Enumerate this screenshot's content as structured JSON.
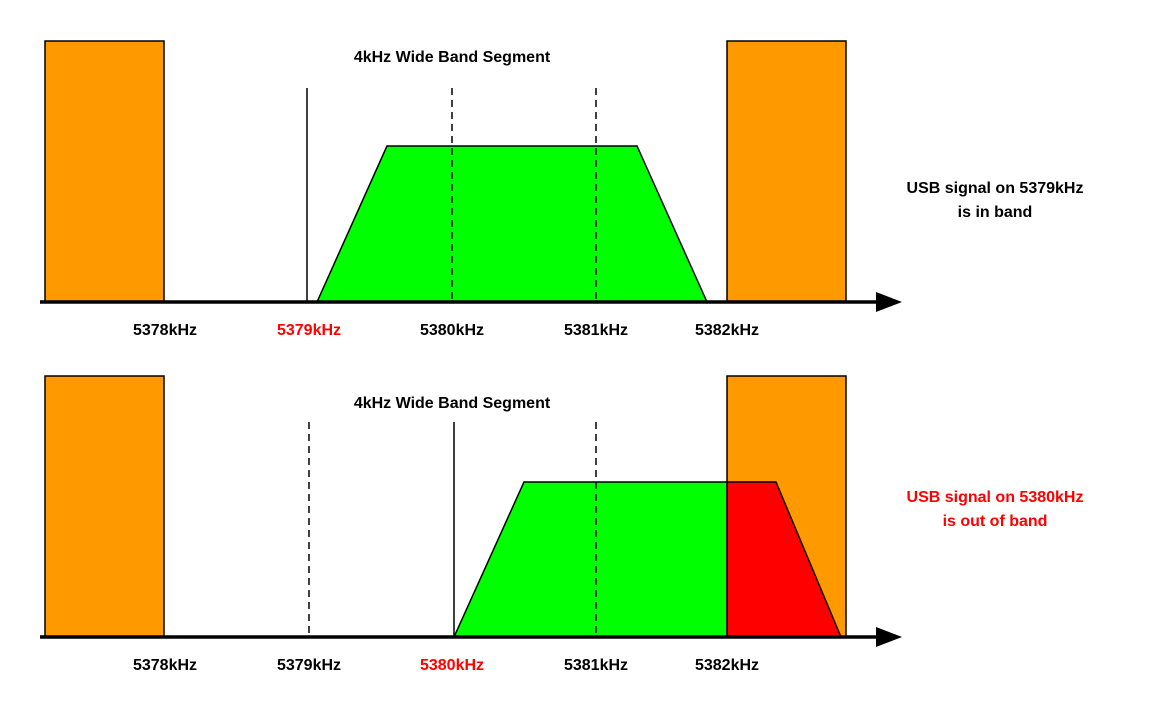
{
  "colors": {
    "orange_block": "#FF9900",
    "green_signal": "#00FF00",
    "red_overflow": "#FF0000",
    "highlight_text": "#FF0000",
    "text": "#000000",
    "axis": "#000000"
  },
  "panels": [
    {
      "segment_label": "4kHz Wide Band Segment",
      "caption": [
        "USB signal on 5379kHz",
        "is in band"
      ],
      "caption_color": "#000000",
      "tick_labels": [
        "5378kHz",
        "5379kHz",
        "5380kHz",
        "5381kHz",
        "5382kHz"
      ],
      "highlighted_tick": "5379kHz",
      "carrier_khz": 5379,
      "out_of_band": false
    },
    {
      "segment_label": "4kHz Wide Band Segment",
      "caption": [
        "USB signal on 5380kHz",
        "is out of band"
      ],
      "caption_color": "#FF0000",
      "tick_labels": [
        "5378kHz",
        "5379kHz",
        "5380kHz",
        "5381kHz",
        "5382kHz"
      ],
      "highlighted_tick": "5380kHz",
      "carrier_khz": 5380,
      "out_of_band": true
    }
  ]
}
